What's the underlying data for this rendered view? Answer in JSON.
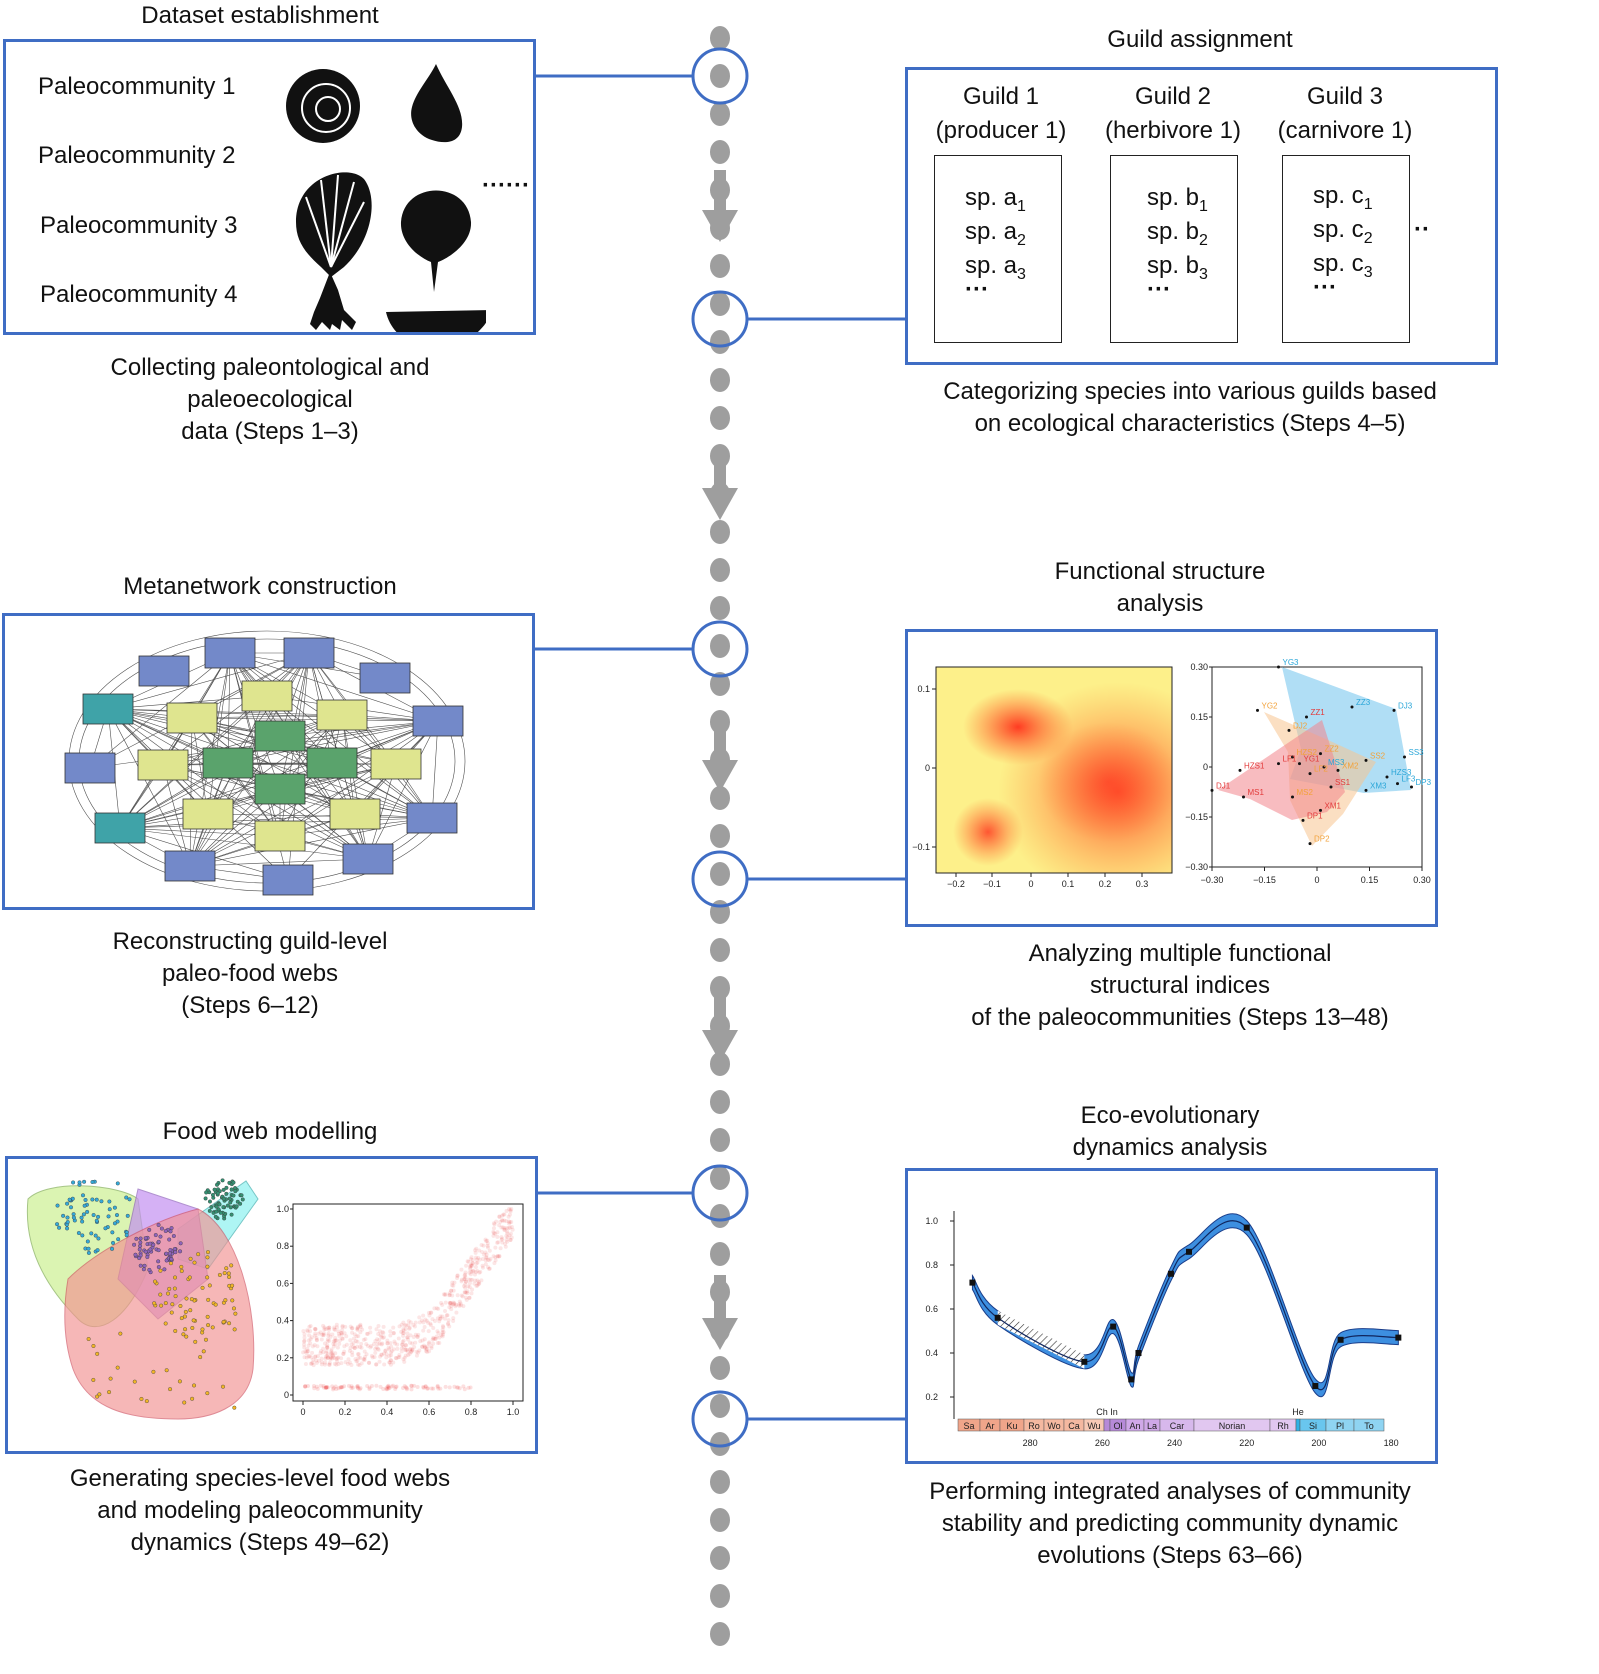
{
  "steps": {
    "dataset": {
      "title": "Dataset establishment",
      "caption_lines": [
        "Collecting paleontological and",
        "paleoecological",
        "data (Steps 1–3)"
      ],
      "communities": [
        "Paleocommunity 1",
        "Paleocommunity 2",
        "Paleocommunity 3",
        "Paleocommunity 4"
      ],
      "ellipsis": "······"
    },
    "guild": {
      "title": "Guild assignment",
      "caption_lines": [
        "Categorizing species into various guilds based",
        "on ecological characteristics (Steps 4–5)"
      ],
      "guilds": [
        {
          "name": "Guild 1",
          "role": "(producer 1)",
          "prefix": "sp. a",
          "species": [
            "1",
            "2",
            "3"
          ]
        },
        {
          "name": "Guild 2",
          "role": "(herbivore 1)",
          "prefix": "sp. b",
          "species": [
            "1",
            "2",
            "3"
          ]
        },
        {
          "name": "Guild 3",
          "role": "(carnivore 1)",
          "prefix": "sp. c",
          "species": [
            "1",
            "2",
            "3"
          ]
        }
      ],
      "more": "···",
      "ellipsis": "··"
    },
    "metanetwork": {
      "title": "Metanetwork construction",
      "caption_lines": [
        "Reconstructing guild-level",
        "paleo-food webs",
        "(Steps 6–12)"
      ]
    },
    "functional": {
      "title_lines": [
        "Functional structure",
        "analysis"
      ],
      "caption_lines": [
        "Analyzing multiple functional",
        "structural indices",
        "of the paleocommunities (Steps 13–48)"
      ],
      "heatmap_xticks": [
        "−0.2",
        "−0.1",
        "0",
        "0.1",
        "0.2",
        "0.3"
      ],
      "heatmap_yticks": [
        "0.1",
        "0",
        "−0.1"
      ],
      "scatter_xticks": [
        "−0.30",
        "−0.15",
        "0",
        "0.15",
        "0.30"
      ],
      "scatter_yticks": [
        "0.30",
        "0.15",
        "0",
        "−0.15",
        "−0.30"
      ],
      "points": [
        {
          "label": "YG3",
          "x": -0.11,
          "y": 0.3,
          "color": "#2aa6d8"
        },
        {
          "label": "DJ3",
          "x": 0.22,
          "y": 0.17,
          "color": "#2aa6d8"
        },
        {
          "label": "ZZ3",
          "x": 0.1,
          "y": 0.18,
          "color": "#2aa6d8"
        },
        {
          "label": "SS3",
          "x": 0.25,
          "y": 0.03,
          "color": "#2aa6d8"
        },
        {
          "label": "HZS3",
          "x": 0.2,
          "y": -0.03,
          "color": "#2aa6d8"
        },
        {
          "label": "XM3",
          "x": 0.14,
          "y": -0.07,
          "color": "#2aa6d8"
        },
        {
          "label": "LF3",
          "x": 0.23,
          "y": -0.05,
          "color": "#2aa6d8"
        },
        {
          "label": "DP3",
          "x": 0.27,
          "y": -0.06,
          "color": "#2aa6d8"
        },
        {
          "label": "MS3",
          "x": 0.02,
          "y": 0.0,
          "color": "#2aa6d8"
        },
        {
          "label": "YG2",
          "x": -0.17,
          "y": 0.17,
          "color": "#f2a23a"
        },
        {
          "label": "DJ2",
          "x": -0.08,
          "y": 0.11,
          "color": "#f2a23a"
        },
        {
          "label": "ZZ2",
          "x": 0.01,
          "y": 0.04,
          "color": "#f2a23a"
        },
        {
          "label": "SS2",
          "x": 0.14,
          "y": 0.02,
          "color": "#f2a23a"
        },
        {
          "label": "HZS2",
          "x": -0.07,
          "y": 0.03,
          "color": "#f2a23a"
        },
        {
          "label": "XM2",
          "x": 0.06,
          "y": -0.01,
          "color": "#f2a23a"
        },
        {
          "label": "LF2",
          "x": -0.02,
          "y": -0.02,
          "color": "#f2a23a"
        },
        {
          "label": "MS2",
          "x": -0.07,
          "y": -0.09,
          "color": "#f2a23a"
        },
        {
          "label": "DP2",
          "x": -0.02,
          "y": -0.23,
          "color": "#f2a23a"
        },
        {
          "label": "ZZ1",
          "x": -0.03,
          "y": 0.15,
          "color": "#e23b3b"
        },
        {
          "label": "YG1",
          "x": -0.05,
          "y": 0.01,
          "color": "#e23b3b"
        },
        {
          "label": "LF1",
          "x": -0.11,
          "y": 0.01,
          "color": "#e23b3b"
        },
        {
          "label": "HZS1",
          "x": -0.22,
          "y": -0.01,
          "color": "#e23b3b"
        },
        {
          "label": "DJ1",
          "x": -0.3,
          "y": -0.07,
          "color": "#e23b3b"
        },
        {
          "label": "MS1",
          "x": -0.21,
          "y": -0.09,
          "color": "#e23b3b"
        },
        {
          "label": "SS1",
          "x": 0.04,
          "y": -0.06,
          "color": "#e23b3b"
        },
        {
          "label": "XM1",
          "x": 0.01,
          "y": -0.13,
          "color": "#e23b3b"
        },
        {
          "label": "DP1",
          "x": -0.04,
          "y": -0.16,
          "color": "#e23b3b"
        }
      ]
    },
    "foodweb": {
      "title": "Food web modelling",
      "caption_lines": [
        "Generating species-level food webs",
        "and modeling paleocommunity",
        "dynamics (Steps 49–62)"
      ],
      "xticks": [
        "0",
        "0.2",
        "0.4",
        "0.6",
        "0.8",
        "1.0"
      ],
      "yticks": [
        "1.0",
        "0.8",
        "0.6",
        "0.4",
        "0.2",
        "0"
      ]
    },
    "eco": {
      "title_lines": [
        "Eco-evolutionary",
        "dynamics analysis"
      ],
      "caption_lines": [
        "Performing integrated analyses of community",
        "stability and predicting community dynamic",
        "evolutions (Steps 63–66)"
      ],
      "yticks": [
        "1.0",
        "0.8",
        "0.6",
        "0.4",
        "0.2"
      ],
      "xticks": [
        "280",
        "260",
        "240",
        "220",
        "200",
        "180"
      ],
      "stages": [
        "Sa",
        "Ar",
        "Ku",
        "Ro",
        "Wo",
        "Ca",
        "Wu",
        "Ch In",
        "Ol",
        "An",
        "La",
        "Car",
        "Norian",
        "Rh",
        "He",
        "Si",
        "Pl",
        "To"
      ],
      "markers_note": "",
      "series": [
        {
          "x": 296,
          "y": 0.72
        },
        {
          "x": 289,
          "y": 0.56
        },
        {
          "x": 265,
          "y": 0.36
        },
        {
          "x": 257,
          "y": 0.52
        },
        {
          "x": 252,
          "y": 0.28
        },
        {
          "x": 250,
          "y": 0.4
        },
        {
          "x": 241,
          "y": 0.76
        },
        {
          "x": 236,
          "y": 0.86
        },
        {
          "x": 220,
          "y": 0.97
        },
        {
          "x": 201,
          "y": 0.25
        },
        {
          "x": 194,
          "y": 0.46
        },
        {
          "x": 178,
          "y": 0.47
        }
      ]
    }
  },
  "colors": {
    "accent": "#3f6dc4",
    "blue_node": "#7389c9",
    "teal_node": "#3fa3a8",
    "yellow_node": "#dfe58f",
    "green_node": "#5aa36c",
    "dash": "#9e9e9e"
  }
}
